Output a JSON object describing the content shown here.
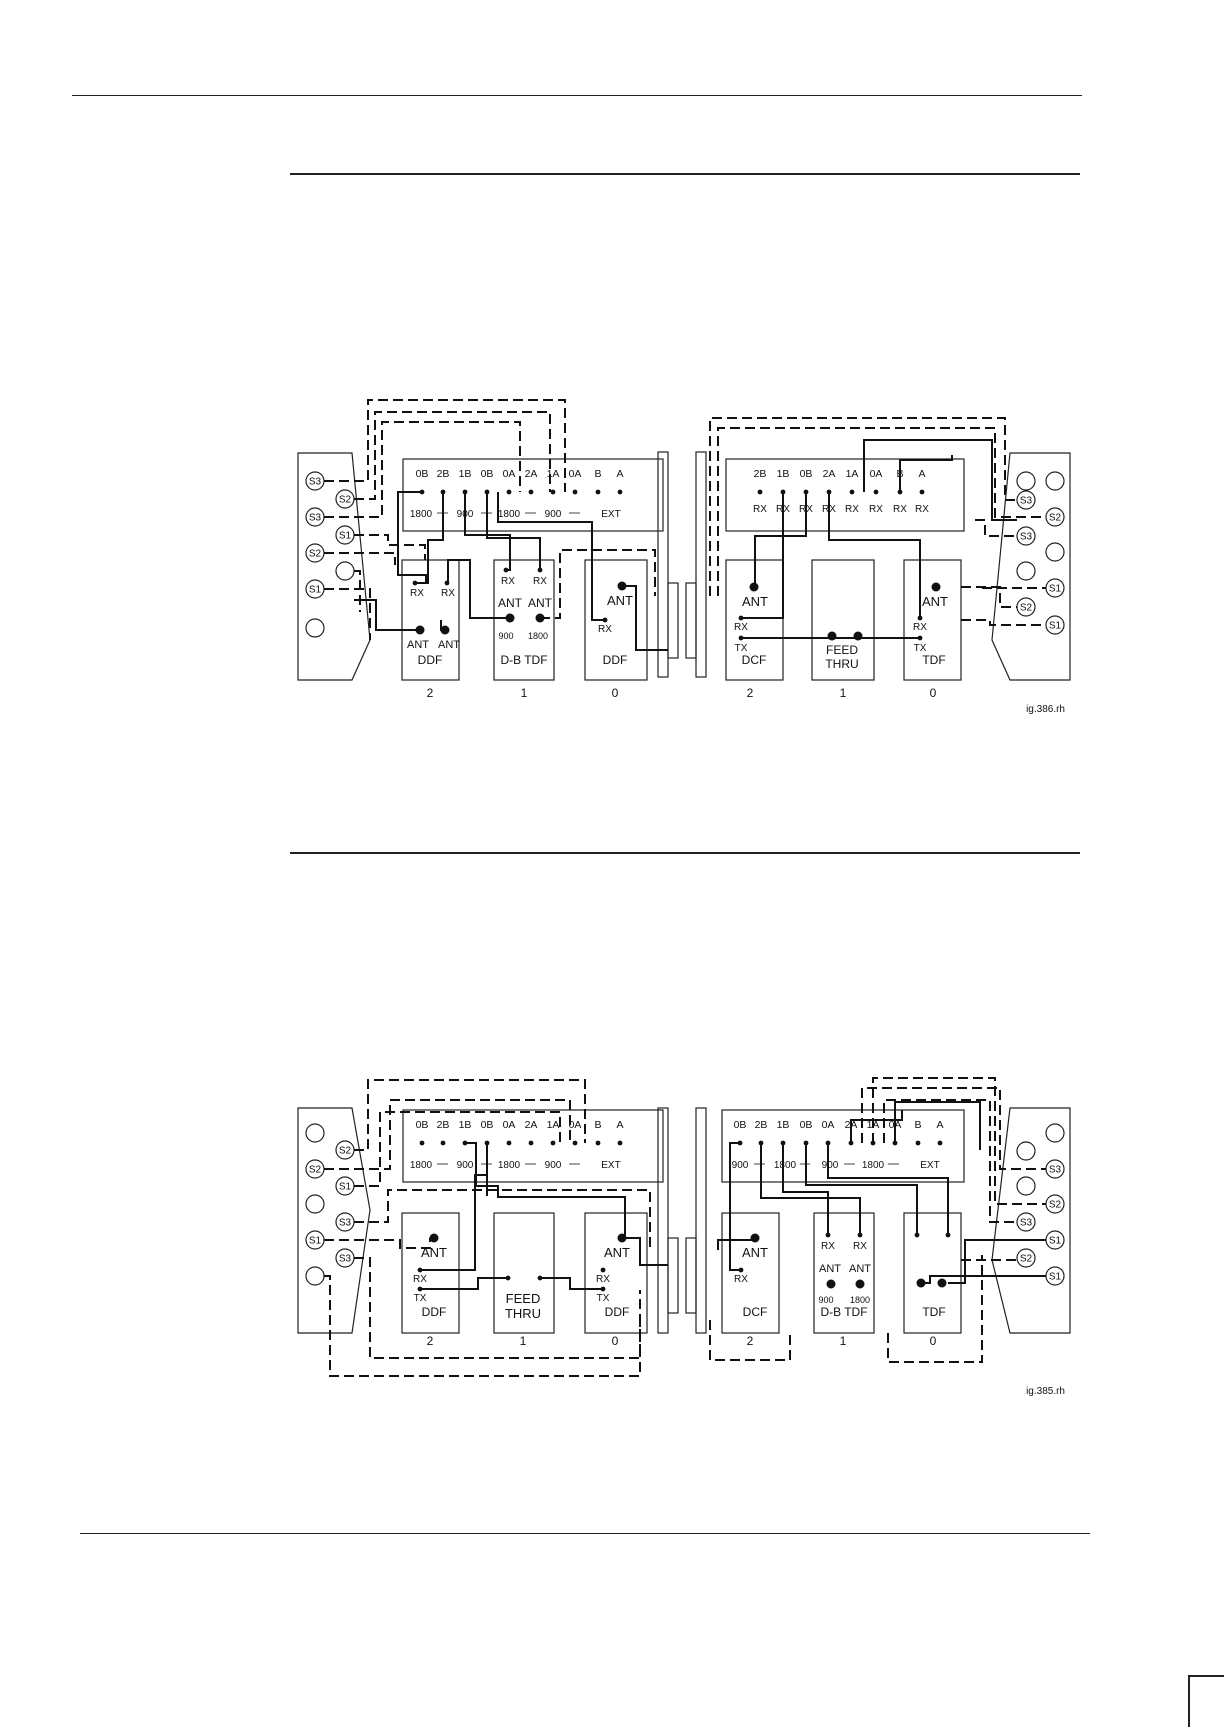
{
  "figures": [
    {
      "id": "fig386",
      "ref": "ig.386.rh",
      "left_panel": {
        "header_ports": [
          "0B",
          "2B",
          "1B",
          "0B",
          "0A",
          "2A",
          "1A",
          "0A",
          "B",
          "A"
        ],
        "bands": [
          "1800",
          "900",
          "1800",
          "900",
          "EXT"
        ],
        "modules": [
          {
            "name": "DDF",
            "slot": "2",
            "labels": [
              "RX",
              "RX",
              "ANT",
              "ANT"
            ]
          },
          {
            "name": "D-B TDF",
            "slot": "1",
            "labels": [
              "RX",
              "RX",
              "ANT",
              "ANT",
              "900",
              "1800"
            ]
          },
          {
            "name": "DDF",
            "slot": "0",
            "labels": [
              "ANT",
              "RX"
            ]
          }
        ],
        "sectors": [
          "S3",
          "S2",
          "S3",
          "S1",
          "S2",
          "S1"
        ]
      },
      "right_panel": {
        "header_ports": [
          "2B",
          "1B",
          "0B",
          "2A",
          "1A",
          "0A",
          "B",
          "A"
        ],
        "rx_row": [
          "RX",
          "RX",
          "RX",
          "RX",
          "RX",
          "RX",
          "RX",
          "RX"
        ],
        "modules": [
          {
            "name": "DCF",
            "slot": "2",
            "labels": [
              "ANT",
              "RX",
              "TX"
            ]
          },
          {
            "name": "FEED THRU",
            "line1": "FEED",
            "line2": "THRU",
            "slot": "1"
          },
          {
            "name": "TDF",
            "slot": "0",
            "labels": [
              "ANT",
              "RX",
              "TX"
            ]
          }
        ],
        "sectors": [
          "S3",
          "S2",
          "S3",
          "S1",
          "S2",
          "S1"
        ]
      }
    },
    {
      "id": "fig385",
      "ref": "ig.385.rh",
      "left_panel": {
        "header_ports": [
          "0B",
          "2B",
          "1B",
          "0B",
          "0A",
          "2A",
          "1A",
          "0A",
          "B",
          "A"
        ],
        "bands": [
          "1800",
          "900",
          "1800",
          "900",
          "EXT"
        ],
        "modules": [
          {
            "name": "DDF",
            "slot": "2",
            "labels": [
              "ANT",
              "RX",
              "TX"
            ]
          },
          {
            "name": "FEED THRU",
            "line1": "FEED",
            "line2": "THRU",
            "slot": "1"
          },
          {
            "name": "DDF",
            "slot": "0",
            "labels": [
              "ANT",
              "RX",
              "TX"
            ]
          }
        ],
        "sectors": [
          "S2",
          "S2",
          "S1",
          "S3",
          "S1",
          "S3"
        ]
      },
      "right_panel": {
        "header_ports": [
          "0B",
          "2B",
          "1B",
          "0B",
          "0A",
          "2A",
          "1A",
          "0A",
          "B",
          "A"
        ],
        "bands": [
          "900",
          "1800",
          "900",
          "1800",
          "EXT"
        ],
        "modules": [
          {
            "name": "DCF",
            "slot": "2",
            "labels": [
              "ANT",
              "RX"
            ]
          },
          {
            "name": "D-B TDF",
            "slot": "1",
            "labels": [
              "RX",
              "RX",
              "ANT",
              "ANT",
              "900",
              "1800"
            ]
          },
          {
            "name": "TDF",
            "slot": "0"
          }
        ],
        "sectors": [
          "S3",
          "S2",
          "S3",
          "S1",
          "S2",
          "S1"
        ]
      }
    }
  ]
}
